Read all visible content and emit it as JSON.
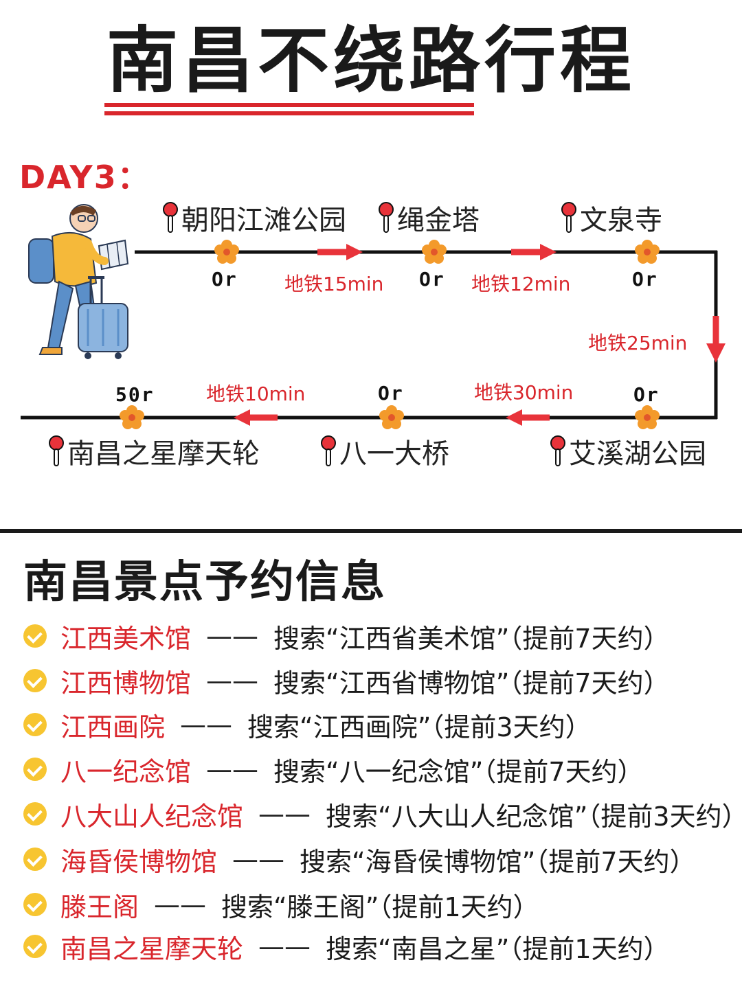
{
  "title": "南昌不绕路行程",
  "day_label": "DAY3：",
  "route": {
    "top_stops": [
      "朝阳江滩公园",
      "绳金塔",
      "文泉寺"
    ],
    "bottom_stops": [
      "南昌之星摩天轮",
      "八一大桥",
      "艾溪湖公园"
    ],
    "top_or": [
      "Or",
      "Or",
      "Or"
    ],
    "bottom_or": [
      "50r",
      "Or",
      "Or"
    ],
    "metro_top": [
      "地铁15min",
      "地铁12min"
    ],
    "metro_right": "地铁25min",
    "metro_bottom": [
      "地铁10min",
      "地铁30min"
    ]
  },
  "booking": {
    "title": "南昌景点予约信息",
    "separator": "——",
    "items": [
      {
        "name": "江西美术馆",
        "detail": "搜索“江西省美术馆”（提前7天约）"
      },
      {
        "name": "江西博物馆",
        "detail": "搜索“江西省博物馆”（提前7天约）"
      },
      {
        "name": "江西画院",
        "detail": "搜索“江西画院”（提前3天约）"
      },
      {
        "name": "八一纪念馆",
        "detail": "搜索“八一纪念馆”（提前7天约）"
      },
      {
        "name": "八大山人纪念馆",
        "detail": "搜索“八大山人纪念馆”（提前3天约）"
      },
      {
        "name": "海昏侯博物馆",
        "detail": "搜索“海昏侯博物馆”（提前7天约）"
      },
      {
        "name": "滕王阁",
        "detail": "搜索“滕王阁”（提前1天约）"
      },
      {
        "name": "南昌之星摩天轮",
        "detail": "搜索“南昌之星”（提前1天约）"
      }
    ]
  },
  "colors": {
    "accent": "#d9262c",
    "check": "#f7c531",
    "flower": "#f39a2b"
  }
}
